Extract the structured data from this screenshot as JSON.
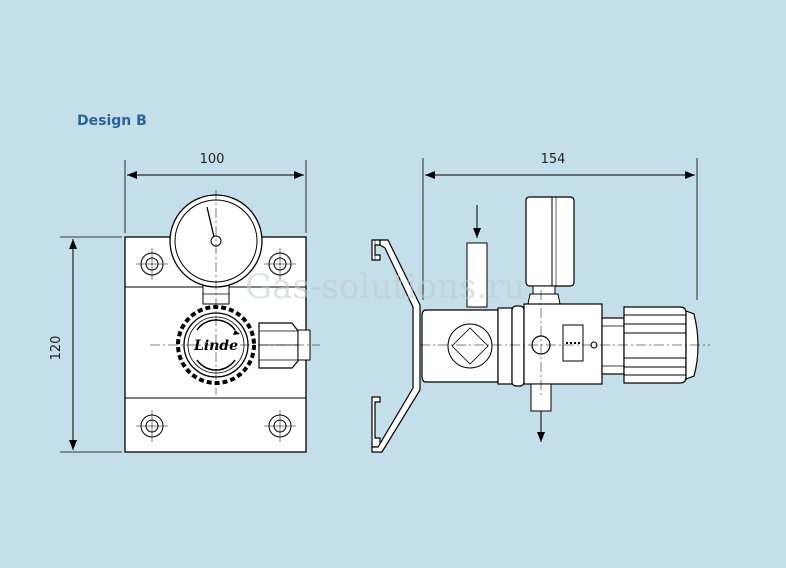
{
  "title": "Design B",
  "dimensions": {
    "width_left": "100",
    "width_right": "154",
    "height_left": "120"
  },
  "logo_text": "Linde",
  "watermark": "Gas-solutions.ru",
  "colors": {
    "background": "#c5dfea",
    "title": "#2a6496",
    "line": "#000000",
    "part_fill": "#ffffff"
  }
}
